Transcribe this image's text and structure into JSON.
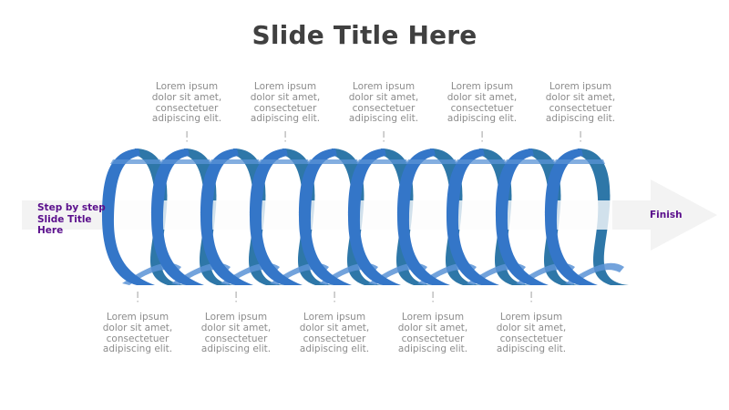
{
  "slide": {
    "title": "Slide Title Here"
  },
  "arrow": {
    "start_label_lines": [
      "Step by step",
      "Slide Title",
      "Here"
    ],
    "finish_label": "Finish"
  },
  "coil": {
    "loop_count": 10,
    "colors": {
      "front": "#3476c8",
      "back": "#2e77a8",
      "highlight": "#5a93d6",
      "bar": "#f2f2f2",
      "text_purple": "#5a0f8c",
      "text_gray": "#8c8c8c"
    }
  },
  "steps_top": [
    {
      "text_lines": [
        "Lorem ipsum",
        "dolor sit amet,",
        "consectetuer",
        "adipiscing elit."
      ]
    },
    {
      "text_lines": [
        "Lorem ipsum",
        "dolor sit amet,",
        "consectetuer",
        "adipiscing elit."
      ]
    },
    {
      "text_lines": [
        "Lorem ipsum",
        "dolor sit amet,",
        "consectetuer",
        "adipiscing elit."
      ]
    },
    {
      "text_lines": [
        "Lorem ipsum",
        "dolor sit amet,",
        "consectetuer",
        "adipiscing elit."
      ]
    },
    {
      "text_lines": [
        "Lorem ipsum",
        "dolor sit amet,",
        "consectetuer",
        "adipiscing elit."
      ]
    }
  ],
  "steps_bottom": [
    {
      "text_lines": [
        "Lorem ipsum",
        "dolor sit amet,",
        "consectetuer",
        "adipiscing elit."
      ]
    },
    {
      "text_lines": [
        "Lorem ipsum",
        "dolor sit amet,",
        "consectetuer",
        "adipiscing elit."
      ]
    },
    {
      "text_lines": [
        "Lorem ipsum",
        "dolor sit amet,",
        "consectetuer",
        "adipiscing elit."
      ]
    },
    {
      "text_lines": [
        "Lorem ipsum",
        "dolor sit amet,",
        "consectetuer",
        "adipiscing elit."
      ]
    },
    {
      "text_lines": [
        "Lorem ipsum",
        "dolor sit amet,",
        "consectetuer",
        "adipiscing elit."
      ]
    }
  ]
}
